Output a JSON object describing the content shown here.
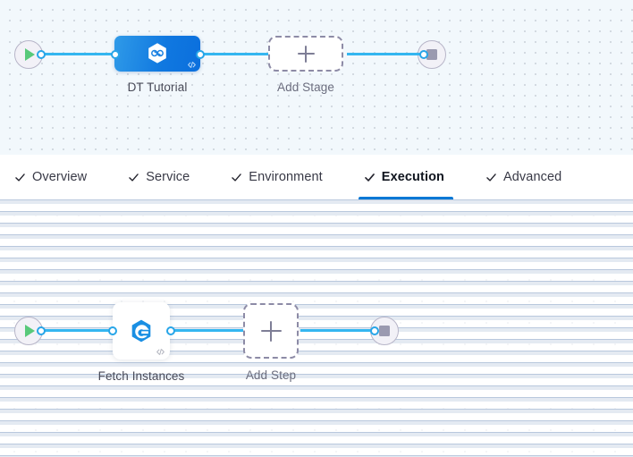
{
  "theme": {
    "accent_blue": "#0278d5",
    "wire_blue": "#34b6f0",
    "port_blue": "#27a5e8",
    "stage_node_blue": "#1078e0",
    "play_green": "#58c97a",
    "stop_gray": "#9a9ab0",
    "dashed_border": "#8d8ba6",
    "stage_canvas_bg": "#f2f8fc",
    "step_canvas_bg": "#ffffff"
  },
  "stage_canvas": {
    "name": "pipeline-stage-canvas",
    "start_node": {
      "icon": "play-icon",
      "label": ""
    },
    "end_node": {
      "icon": "stop-icon",
      "label": ""
    },
    "stages": [
      {
        "label": "DT Tutorial",
        "icon": "harness-hexagon-icon",
        "badge_icon": "code-icon",
        "selected": true
      }
    ],
    "add_stage": {
      "label": "Add Stage",
      "icon": "plus-icon"
    }
  },
  "tabs": {
    "name": "stage-config-tabs",
    "items": [
      {
        "label": "Overview",
        "icon": "check-icon",
        "active": false
      },
      {
        "label": "Service",
        "icon": "check-icon",
        "active": false
      },
      {
        "label": "Environment",
        "icon": "check-icon",
        "active": false
      },
      {
        "label": "Execution",
        "icon": "check-icon",
        "active": true
      },
      {
        "label": "Advanced",
        "icon": "check-icon",
        "active": false
      }
    ]
  },
  "step_canvas": {
    "name": "execution-steps-canvas",
    "start_node": {
      "icon": "play-icon"
    },
    "end_node": {
      "icon": "stop-icon"
    },
    "steps": [
      {
        "label": "Fetch Instances",
        "icon": "harness-e-hexagon-icon",
        "badge_icon": "code-icon"
      }
    ],
    "add_step": {
      "label": "Add Step",
      "icon": "plus-icon"
    }
  }
}
